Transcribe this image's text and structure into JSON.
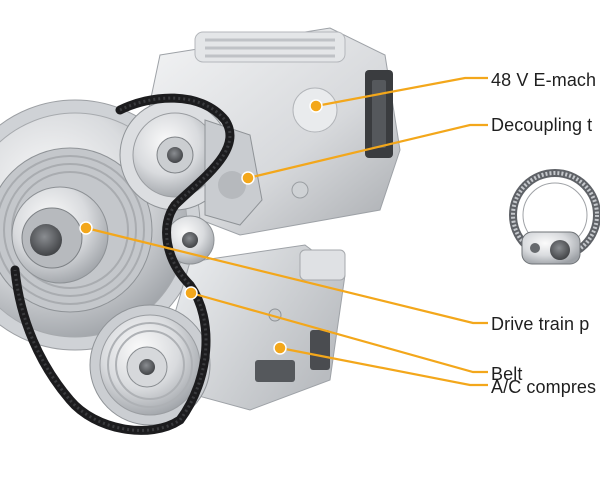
{
  "accent_color": "#f3a71b",
  "callouts": [
    {
      "id": "e-machine",
      "label": "48 V E-mach"
    },
    {
      "id": "decoupling",
      "label": "Decoupling t"
    },
    {
      "id": "drive-train",
      "label": "Drive train p"
    },
    {
      "id": "belt",
      "label": "Belt"
    },
    {
      "id": "ac-compressor",
      "label": "A/C compres"
    }
  ]
}
